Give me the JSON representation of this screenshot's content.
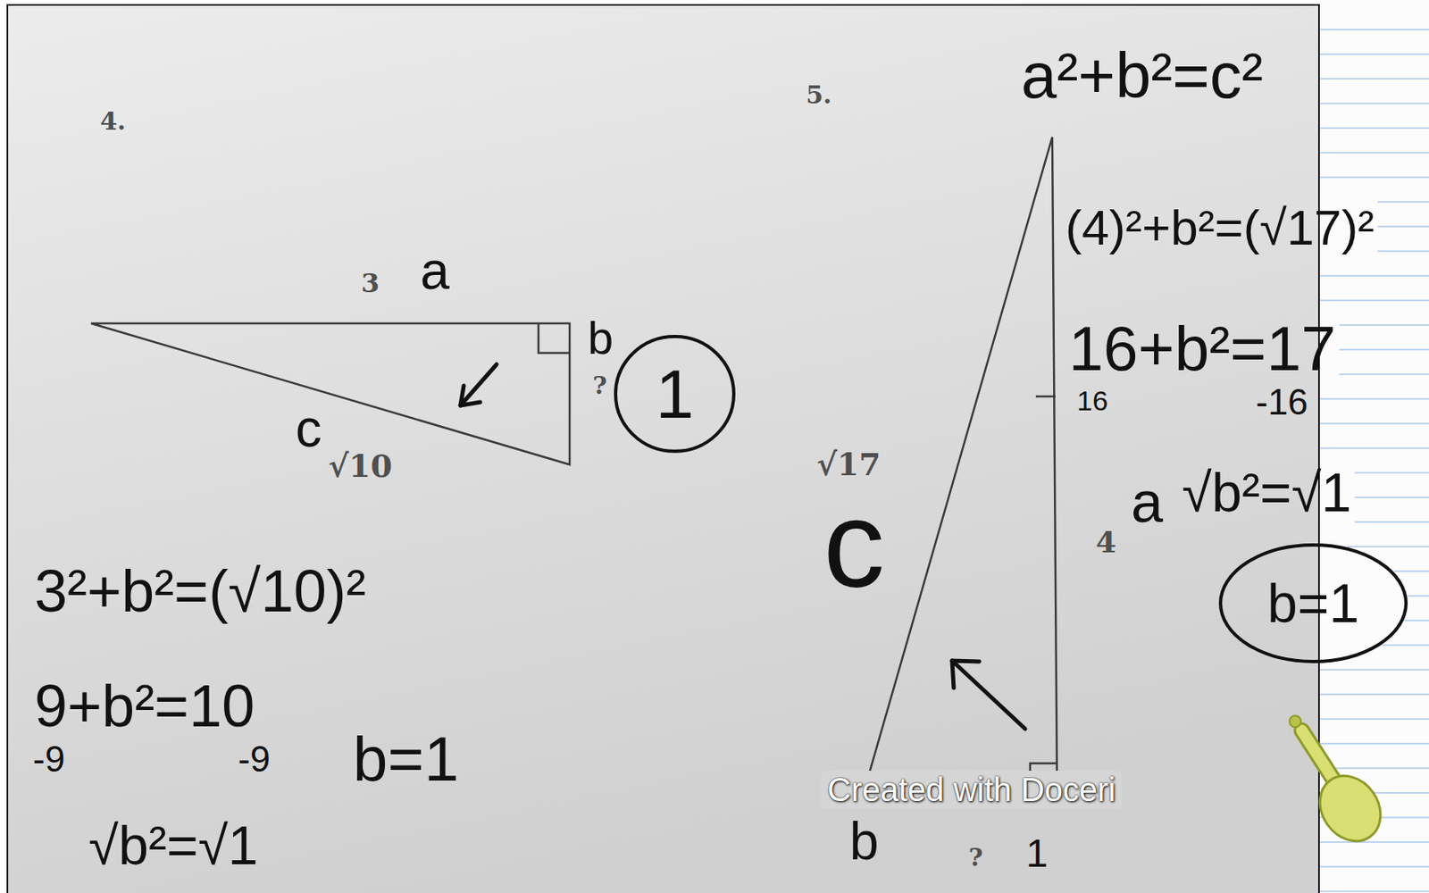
{
  "diagram": {
    "nodes": [
      {
        "text": [
          "1"
        ]
      },
      {
        "text": [
          "b=1"
        ]
      }
    ],
    "labels": [
      "4.",
      "3",
      "a",
      "b",
      "?",
      "c",
      "√10",
      "3²+b²=(√10)²",
      "9+b²=10",
      "-9",
      "-9",
      "b=1",
      "√b²=√1",
      "5.",
      "a²+b²=c²",
      "(4)²+b²=(√17)²",
      "16+b²=17",
      "16",
      "-16",
      "4",
      "a",
      "√b²=√1",
      "√17",
      "c",
      "b",
      "?",
      "1",
      "Created with Doceri"
    ]
  }
}
